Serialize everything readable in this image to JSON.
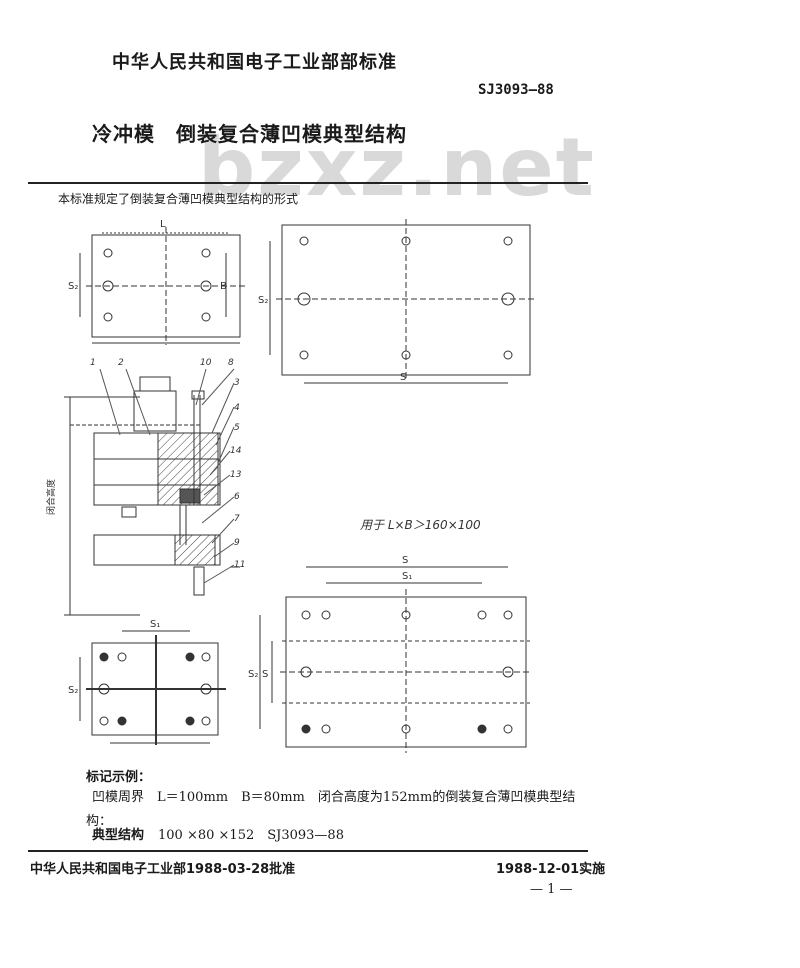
{
  "header": {
    "organization": "中华人民共和国电子工业部部标准",
    "standard_number": "SJ3093—88",
    "title": "冷冲模　倒装复合薄凹模典型结构",
    "watermark": "bzxz.net"
  },
  "scope_text": "本标准规定了倒装复合薄凹模典型结构的形式",
  "drawing": {
    "dim_labels": {
      "L": "L",
      "B": "B",
      "S": "S",
      "S1": "S₁",
      "S2": "S₂"
    },
    "closed_height_label": "闭合高度",
    "part_numbers": [
      "1",
      "2",
      "10",
      "8",
      "3",
      "4",
      "5",
      "14",
      "13",
      "6",
      "7",
      "9",
      "11"
    ]
  },
  "applicability_note": "用于 L×B＞160×100",
  "marking_example": {
    "heading": "标记示例：",
    "line1": "凹模周界　L＝100mm　B＝80mm　闭合高度为152mm的倒装复合薄凹模典型结",
    "line2": "构：",
    "code_label": "典型结构",
    "code_value": "100 ×80 ×152　SJ3093—88"
  },
  "footer": {
    "approved": "中华人民共和国电子工业部1988-03-28批准",
    "effective": "1988-12-01实施",
    "page": "— 1 —"
  }
}
